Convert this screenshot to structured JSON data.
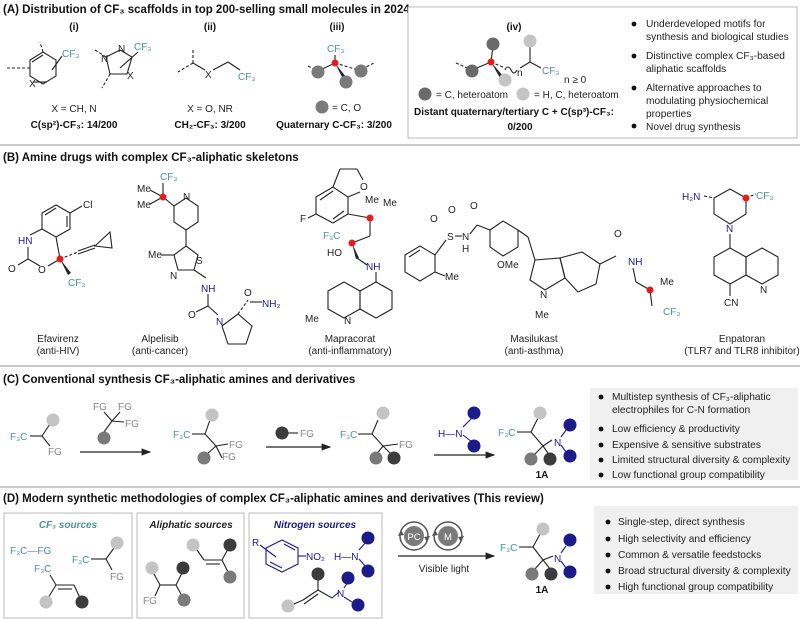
{
  "colors": {
    "cf3_teal": "#4a9494",
    "nitrogen_navy": "#1b1b8a",
    "stereocenter_red": "#e51c1c",
    "dot_dark": "#3c3c3c",
    "dot_mid": "#7a7a7a",
    "dot_light": "#c4c4c4",
    "panel_bg": "#f0f0f0"
  },
  "panel_a": {
    "title": "(A) Distribution of CF₃ scaffolds in top 200-selling small molecules in 2024",
    "i": {
      "label": "(i)",
      "x_def": "X = CH, N",
      "stat": "C(sp²)-CF₃: 14/200"
    },
    "ii": {
      "label": "(ii)",
      "x_def": "X = O, NR",
      "stat": "CH₂-CF₃: 3/200"
    },
    "iii": {
      "label": "(iii)",
      "legend": "= C, O",
      "stat": "Quaternary C-CF₃: 3/200"
    },
    "iv": {
      "label": "(iv)",
      "n_def": "n ≥ 0",
      "legend_dark": "= C, heteroatom",
      "legend_light": "= H, C, heteroatom",
      "stat_line1": "Distant quaternary/tertiary C + C(sp³)-CF₃:",
      "stat_line2": "0/200"
    },
    "bullets": [
      [
        "Underdeveloped motifs for",
        "synthesis and biological studies"
      ],
      [
        "Distinctive complex CF₃-based",
        "aliphatic scaffolds"
      ],
      [
        "Alternative approaches to",
        "modulating physiochemical",
        "properties"
      ],
      [
        "Novel drug synthesis"
      ]
    ]
  },
  "panel_b": {
    "title": "(B) Amine drugs with complex CF₃-aliphatic skeletons",
    "drugs": [
      {
        "name": "Efavirenz",
        "use": "(anti-HIV)"
      },
      {
        "name": "Alpelisib",
        "use": "(anti-cancer)"
      },
      {
        "name": "Mapracorat",
        "use": "(anti-inflammatory)"
      },
      {
        "name": "Masilukast",
        "use": "(anti-asthma)"
      },
      {
        "name": "Enpatoran",
        "use": "(TLR7 and TLR8 inhibitor)"
      }
    ],
    "atoms": {
      "cf3": "CF₃",
      "f3c": "F₃C",
      "cl": "Cl",
      "hn": "HN",
      "nh": "NH",
      "nh2": "NH₂",
      "h2n": "H₂N",
      "me": "Me",
      "n": "N",
      "s": "S",
      "o": "O",
      "f": "F",
      "ho": "HO",
      "ome": "OMe",
      "h": "H",
      "cn": "CN"
    }
  },
  "panel_c": {
    "title": "(C) Conventional synthesis CF₃-aliphatic amines and derivatives",
    "fg": "FG",
    "f3c": "F₃C",
    "hn": "H—N",
    "n": "N",
    "product": "1A",
    "bullets": [
      [
        "Multistep synthesis of CF₃-aliphatic",
        "electrophiles for C-N formation"
      ],
      [
        "Low efficiency & productivity"
      ],
      [
        "Expensive & sensitive substrates"
      ],
      [
        "Limited structural diversity & complexity"
      ],
      [
        "Low functional group compatibility"
      ]
    ]
  },
  "panel_d": {
    "title": "(D) Modern synthetic methodologies of complex CF₃-aliphatic amines and derivatives (This review)",
    "boxes": [
      {
        "title": "CF₃ sources"
      },
      {
        "title": "Aliphatic sources"
      },
      {
        "title": "Nitrogen sources"
      }
    ],
    "f3c_fg": "F₃C—FG",
    "f3c": "F₃C",
    "fg": "FG",
    "r": "R",
    "no2": "NO₂",
    "hn": "H—N",
    "n": "N",
    "catalyst_pc": "PC",
    "catalyst_m": "M",
    "condition": "Visible light",
    "product": "1A",
    "bullets": [
      "Single-step, direct synthesis",
      "High selectivity and efficiency",
      "Common & versatile feedstocks",
      "Broad structural diversity & complexity",
      "High functional group compatibility"
    ]
  }
}
